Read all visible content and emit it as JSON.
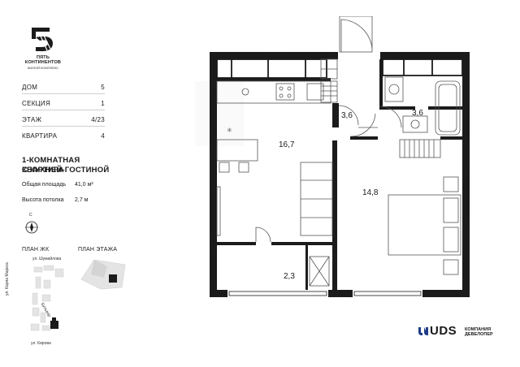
{
  "logo": {
    "line1": "ПЯТЬ",
    "line2": "КОНТИНЕНТОВ",
    "line3": "ЖИЛОЙ КОМПЛЕКС"
  },
  "info": [
    {
      "label": "ДОМ",
      "value": "5"
    },
    {
      "label": "СЕКЦИЯ",
      "value": "1"
    },
    {
      "label": "ЭТАЖ",
      "value": "4/23"
    },
    {
      "label": "КВАРТИРА",
      "value": "4"
    }
  ],
  "apartment": {
    "title_line1": "1-КОМНАТНАЯ КВАРТИРА",
    "title_line2": "С КУХНЕЙ-ГОСТИНОЙ",
    "total_area_label": "Общая площадь",
    "total_area_value": "41,0 м²",
    "ceiling_label": "Высота потолка",
    "ceiling_value": "2,7 м"
  },
  "compass": {
    "north": "С"
  },
  "maps": {
    "complex_plan": "ПЛАН ЖК",
    "floor_plan": "ПЛАН ЭТАЖА",
    "streets": [
      "ул. Шумайлова",
      "ул. Карла Маркса",
      "Бульвар",
      "ул. Кирова"
    ]
  },
  "rooms": [
    "16,7",
    "3,6",
    "3,6",
    "14,8",
    "2,3"
  ],
  "developer": {
    "name": "UDS",
    "line1": "КОМПАНИЯ",
    "line2": "ДЕВЕЛОПЕР"
  },
  "colors": {
    "wall": "#1b1b1b",
    "furniture": "#555555"
  }
}
